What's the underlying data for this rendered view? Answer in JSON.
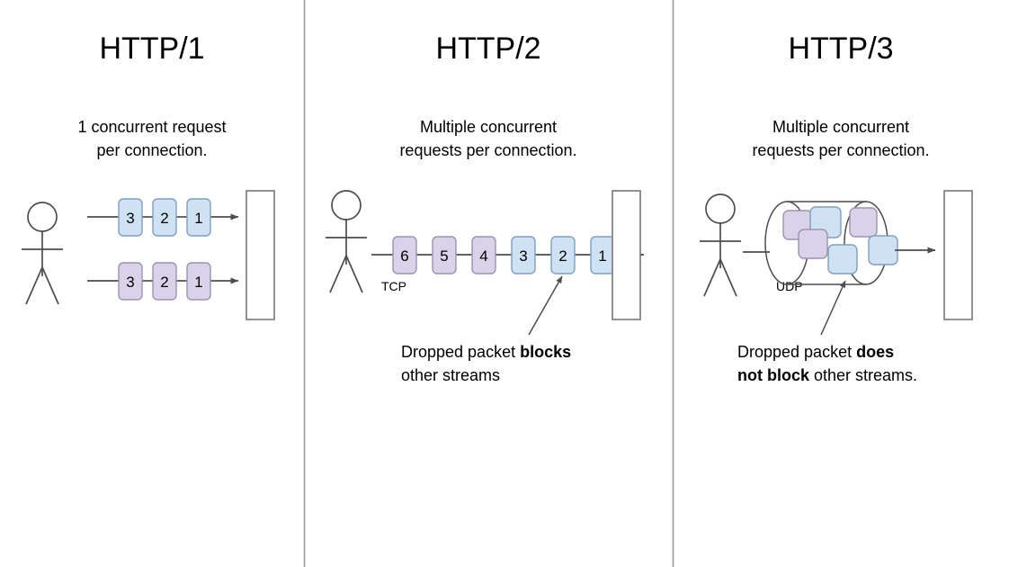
{
  "page": {
    "background": "#ffffff",
    "divider_color": "#999999"
  },
  "palette": {
    "blue_fill": "#cfe2f3",
    "blue_stroke": "#7f9fc0",
    "purple_fill": "#d9d2e9",
    "purple_stroke": "#9b94ad",
    "line": "#4d4d4d",
    "server_stroke": "#808080",
    "figure_stroke": "#4d4d4d"
  },
  "columns": [
    {
      "id": "http1",
      "title": "HTTP/1",
      "description_line1": "1 concurrent request",
      "description_line2": "per connection.",
      "transport_label": "",
      "caption_parts": [],
      "streams": [
        {
          "color": "blue",
          "packets": [
            "3",
            "2",
            "1"
          ]
        },
        {
          "color": "purple",
          "packets": [
            "3",
            "2",
            "1"
          ]
        }
      ]
    },
    {
      "id": "http2",
      "title": "HTTP/2",
      "description_line1": "Multiple concurrent",
      "description_line2": "requests per connection.",
      "transport_label": "TCP",
      "caption_parts": [
        {
          "text": "Dropped packet ",
          "bold": false
        },
        {
          "text": "blocks",
          "bold": true
        },
        {
          "text": " other streams",
          "bold": false
        }
      ],
      "caption_line1_plain": "Dropped packet ",
      "caption_line1_bold": "blocks",
      "caption_line2": "other streams",
      "streams": [
        {
          "color": "mixed",
          "packets": [
            {
              "label": "6",
              "color": "purple"
            },
            {
              "label": "5",
              "color": "purple"
            },
            {
              "label": "4",
              "color": "purple"
            },
            {
              "label": "3",
              "color": "blue"
            },
            {
              "label": "2",
              "color": "blue"
            },
            {
              "label": "1",
              "color": "blue"
            }
          ]
        }
      ],
      "annotation_target": "2"
    },
    {
      "id": "http3",
      "title": "HTTP/3",
      "description_line1": "Multiple concurrent",
      "description_line2": "requests per connection.",
      "transport_label": "UDP",
      "caption_line1_plain": "Dropped packet ",
      "caption_line1_bold": "does",
      "caption_line2_bold": "not block",
      "caption_line2_plain": " other streams.",
      "streams": [
        {
          "color": "mixed",
          "packets": [
            {
              "label": "",
              "color": "purple"
            },
            {
              "label": "",
              "color": "blue"
            },
            {
              "label": "",
              "color": "purple"
            },
            {
              "label": "",
              "color": "purple"
            },
            {
              "label": "",
              "color": "blue"
            },
            {
              "label": "",
              "color": "blue"
            }
          ]
        }
      ]
    }
  ]
}
